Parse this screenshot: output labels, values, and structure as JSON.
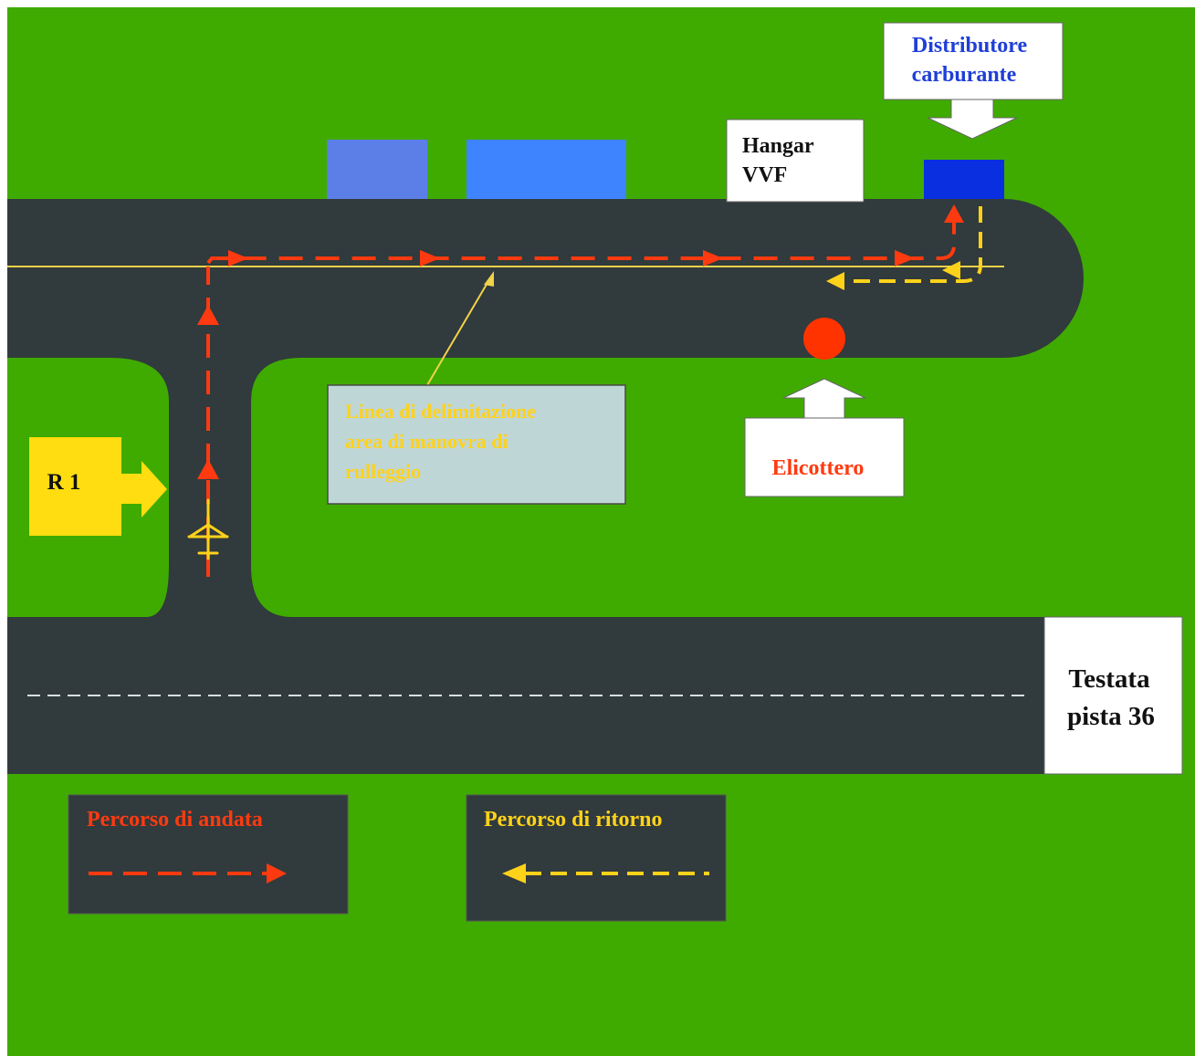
{
  "colors": {
    "grass": "#3fab00",
    "asphalt": "#313a3c",
    "centerline": "#f2d24a",
    "outbound": "#ff3a10",
    "return": "#ffd21a",
    "building_left": "#5b7fe6",
    "building_right": "#3f84ff",
    "fuel_tank": "#0a2fe0",
    "helicopter_marker": "#ff3300",
    "r1_sign": "#ffdd10",
    "callout_box": "#bfd6d6",
    "label_blue": "#1f3fd8",
    "label_red": "#ff3a10",
    "label_black": "#111111",
    "runway_line": "#d8dde0"
  },
  "labels": {
    "fuel_line1": "Distributore",
    "fuel_line2": "carburante",
    "hangar_line1": "Hangar",
    "hangar_line2": "VVF",
    "helicopter": "Elicottero",
    "r1": "R 1",
    "callout_line1": "Linea di delimitazione",
    "callout_line2": "area di manovra di",
    "callout_line3": "rulleggio",
    "runway_line1": "Testata",
    "runway_line2": "pista 36"
  },
  "legend": {
    "outbound_label": "Percorso di andata",
    "return_label": "Percorso di ritorno"
  },
  "icons": {
    "aircraft": "airplane-icon",
    "fuel_pointer": "down-arrow-icon",
    "helicopter_pointer": "up-arrow-icon",
    "r1_pointer": "right-arrow-icon"
  }
}
